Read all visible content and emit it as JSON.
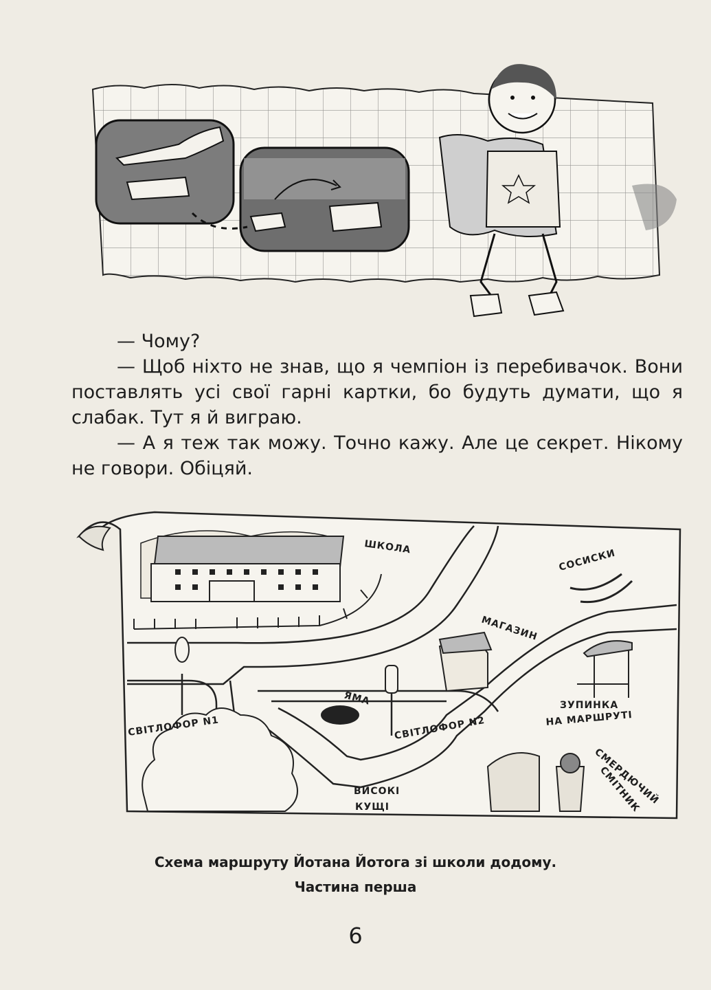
{
  "dialogue": [
    "— Чому?",
    "— Щоб ніхто не знав, що я чемпіон із перебивачок. Вони поставлять усі свої гарні картки, бо будуть думати, що я слабак. Тут я й виграю.",
    "— А я теж так можу. Точно кажу. Але це секрет. Нікому не говори. Обіцяй."
  ],
  "map_labels": {
    "school": "ШКОЛА",
    "sausages": "СОСИСКИ",
    "shop": "МАГАЗИН",
    "pit": "ЯМА",
    "traffic_light_1": "СВІТЛОФОР N1",
    "traffic_light_2": "СВІТЛОФОР N2",
    "bus_stop_line1": "ЗУПИНКА",
    "bus_stop_line2": "НА МАРШРУТІ",
    "bushes_line1": "ВИСОКІ",
    "bushes_line2": "КУЩІ",
    "trash_line1": "СМЕРДЮЧИЙ",
    "trash_line2": "СМІТНИК"
  },
  "caption": {
    "line1": "Схема маршруту Йотана Йотога зі школи додому.",
    "line2": "Частина перша"
  },
  "page_number": "6"
}
